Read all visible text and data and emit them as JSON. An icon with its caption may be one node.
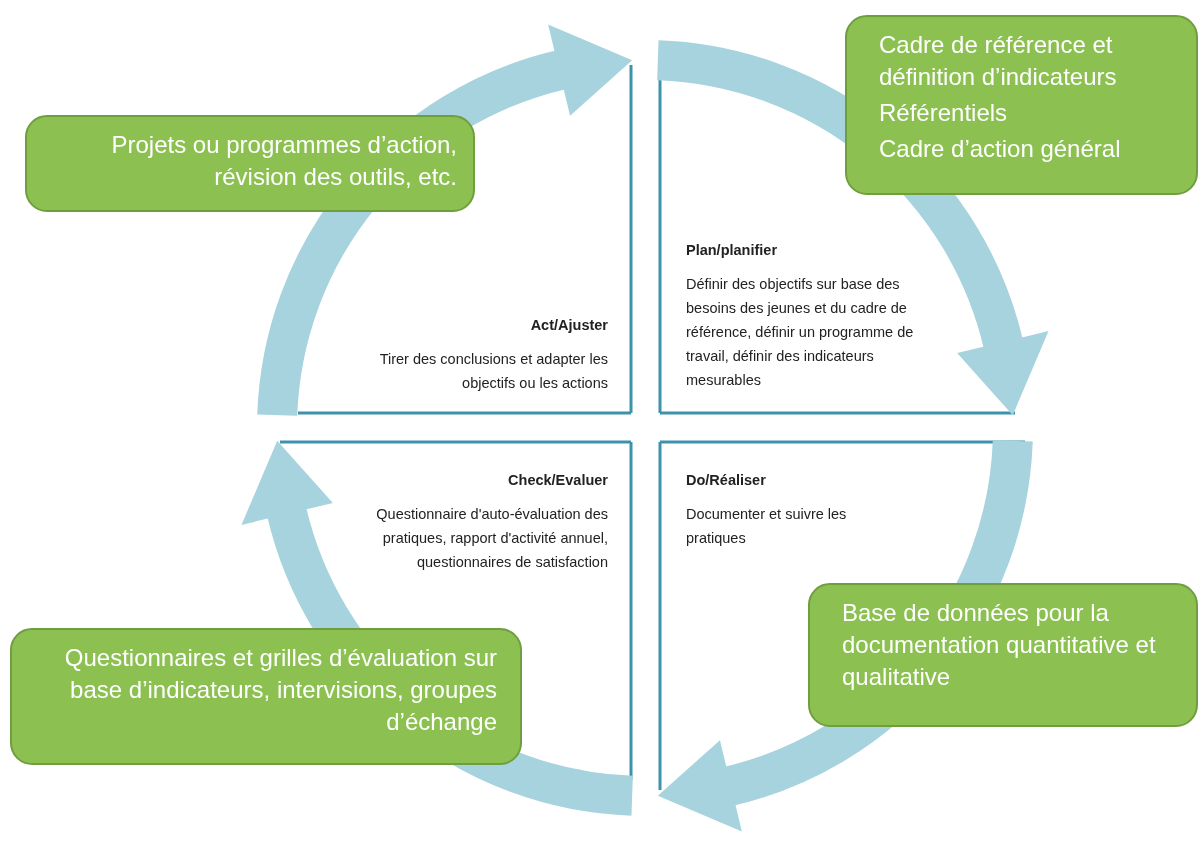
{
  "diagram": {
    "nodes": [
      {
        "text": [
          "Cadre de référence et définition d’indicateurs",
          "Référentiels",
          "Cadre d’action général"
        ]
      },
      {
        "text": [
          "Projets ou programmes d’action, révision des outils, etc."
        ]
      },
      {
        "text": [
          "Plan/planifier",
          "Définir des objectifs sur base des besoins des jeunes et du cadre de référence, définir un programme de travail, définir des indicateurs mesurables"
        ]
      },
      {
        "text": [
          "Act/Ajuster",
          "Tirer des conclusions et adapter les objectifs ou les actions"
        ]
      },
      {
        "text": [
          "Check/Evaluer",
          "Questionnaire d'auto-évaluation des pratiques, rapport d'activité annuel, questionnaires de satisfaction"
        ]
      },
      {
        "text": [
          "Do/Réaliser",
          "Documenter et suivre les pratiques"
        ]
      },
      {
        "text": [
          "Base de données pour la documentation quantitative et qualitative"
        ]
      },
      {
        "text": [
          "Questionnaires et grilles d’évaluation sur base d’indicateurs, intervisions, groupes d’échange"
        ]
      }
    ],
    "edges": []
  }
}
